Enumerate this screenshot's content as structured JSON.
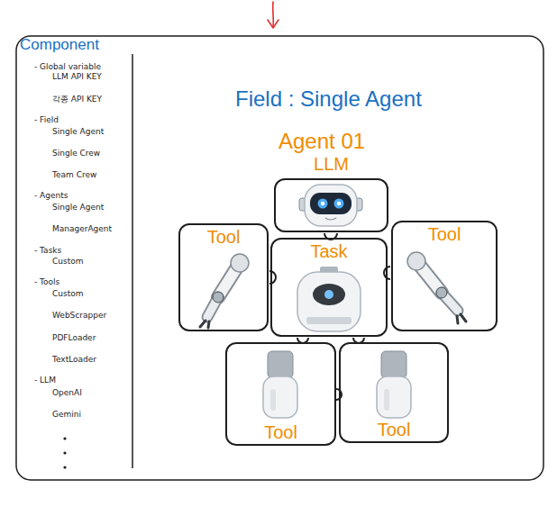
{
  "diagram": {
    "title": "Field : Single Agent",
    "nodes": [
      {
        "text": [
          "LLM"
        ]
      },
      {
        "text": [
          "Tool"
        ]
      },
      {
        "text": [
          "Task"
        ]
      },
      {
        "text": [
          "Tool"
        ]
      },
      {
        "text": [
          "Tool"
        ]
      },
      {
        "text": [
          "Tool"
        ]
      }
    ],
    "labels": [
      "Component",
      "- Global variable",
      "LLM API KEY",
      "각종 API KEY",
      "- Field",
      "Single Agent",
      "Single Crew",
      "Team Crew",
      "- Agents",
      "Single Agent",
      "ManagerAgent",
      "- Tasks",
      "Custom",
      "- Tools",
      "Custom",
      "WebScrapper",
      "PDFLoader",
      "TextLoader",
      "- LLM",
      "OpenAI",
      "Gemini",
      "Agent 01"
    ]
  }
}
